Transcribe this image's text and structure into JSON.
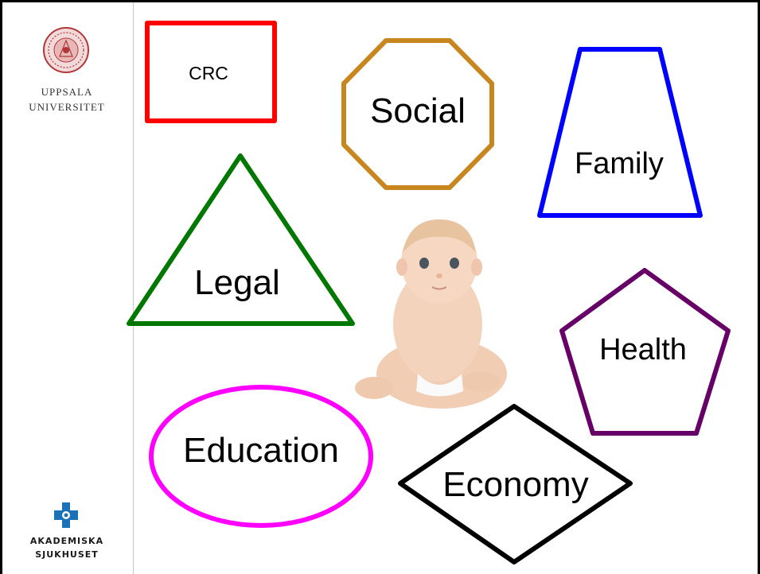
{
  "logos": {
    "uppsala": {
      "line1": "UPPSALA",
      "line2": "UNIVERSITET",
      "color": "#b03838"
    },
    "akademiska": {
      "line1": "AKADEMISKA",
      "line2": "SJUKHUSET",
      "color": "#1a73b8"
    }
  },
  "diagram": {
    "center_image": "baby-photo",
    "shapes": [
      {
        "id": "crc",
        "label": "CRC",
        "shape": "rectangle",
        "color": "#ff0000"
      },
      {
        "id": "social",
        "label": "Social",
        "shape": "octagon",
        "color": "#c8861e"
      },
      {
        "id": "family",
        "label": "Family",
        "shape": "trapezoid",
        "color": "#0000ff"
      },
      {
        "id": "legal",
        "label": "Legal",
        "shape": "triangle",
        "color": "#007800"
      },
      {
        "id": "health",
        "label": "Health",
        "shape": "pentagon",
        "color": "#660066"
      },
      {
        "id": "education",
        "label": "Education",
        "shape": "ellipse",
        "color": "#ff00ff"
      },
      {
        "id": "economy",
        "label": "Economy",
        "shape": "diamond",
        "color": "#000000"
      }
    ]
  }
}
